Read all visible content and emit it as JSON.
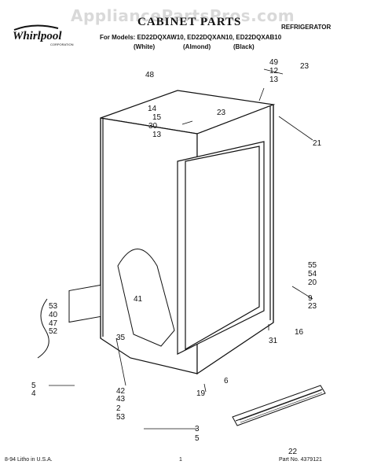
{
  "header": {
    "watermark": "AppliancePartsPros.com",
    "brand": "Whirlpool",
    "brand_sub": "CORPORATION",
    "title": "CABINET PARTS",
    "category": "REFRIGERATOR",
    "models_line": "For Models: ED22DQXAW10, ED22DQXAN10, ED22DQXAB10",
    "color_white": "(White)",
    "color_almond": "(Almond)",
    "color_black": "(Black)"
  },
  "callouts": [
    "48",
    "49",
    "12",
    "13",
    "23",
    "14",
    "15",
    "30",
    "13",
    "23",
    "21",
    "55",
    "54",
    "20",
    "9",
    "23",
    "16",
    "31",
    "41",
    "53",
    "40",
    "47",
    "52",
    "35",
    "5",
    "4",
    "42",
    "43",
    "2",
    "53",
    "6",
    "19",
    "3",
    "5",
    "22"
  ],
  "footer": {
    "left": "8-94  Litho in U.S.A.",
    "page": "1",
    "right": "Part No. 4379121"
  }
}
